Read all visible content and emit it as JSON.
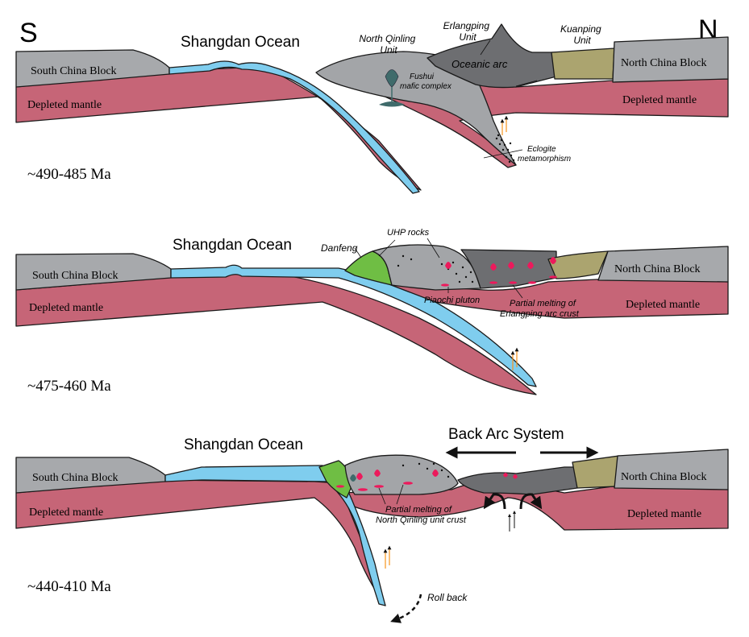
{
  "compass": {
    "south": "S",
    "north": "N"
  },
  "colors": {
    "continent": "#a7a9ac",
    "mantle": "#c66577",
    "ocean": "#7fcdee",
    "north_qinling": "#a3a5a8",
    "erlangping": "#6d6e71",
    "kuanping": "#aba46f",
    "danfeng": "#6fbe44",
    "melt": "#ec1a5c",
    "fluid": "#f7941d"
  },
  "panels": [
    {
      "age": "~490-485 Ma",
      "ocean_title": "Shangdan Ocean",
      "south_block": "South China Block",
      "south_mantle": "Depleted mantle",
      "north_block": "North China Block",
      "north_mantle": "Depleted mantle",
      "north_qinling_unit": [
        "North Qinling",
        "Unit"
      ],
      "erlangping_unit": [
        "Erlangping",
        "Unit"
      ],
      "kuanping_unit": [
        "Kuanping",
        "Unit"
      ],
      "oceanic_arc": "Oceanic arc",
      "fushui": [
        "Fushui",
        "mafic complex"
      ],
      "eclogite": [
        "Eclogite",
        "metamorphism"
      ]
    },
    {
      "age": "~475-460 Ma",
      "ocean_title": "Shangdan Ocean",
      "south_block": "South China Block",
      "south_mantle": "Depleted mantle",
      "north_block": "North China Block",
      "north_mantle": "Depleted mantle",
      "danfeng": "Danfeng",
      "uhp": "UHP rocks",
      "piaochi": "Piaochi pluton",
      "partial_melting": [
        "Partial melting of",
        "Erlangping arc crust"
      ]
    },
    {
      "age": "~440-410 Ma",
      "ocean_title": "Shangdan Ocean",
      "south_block": "South China Block",
      "south_mantle": "Depleted mantle",
      "north_block": "North China Block",
      "north_mantle": "Depleted mantle",
      "back_arc": "Back Arc System",
      "partial_melting": [
        "Partial melting of",
        "North Qinling unit crust"
      ],
      "roll_back": "Roll back"
    }
  ]
}
